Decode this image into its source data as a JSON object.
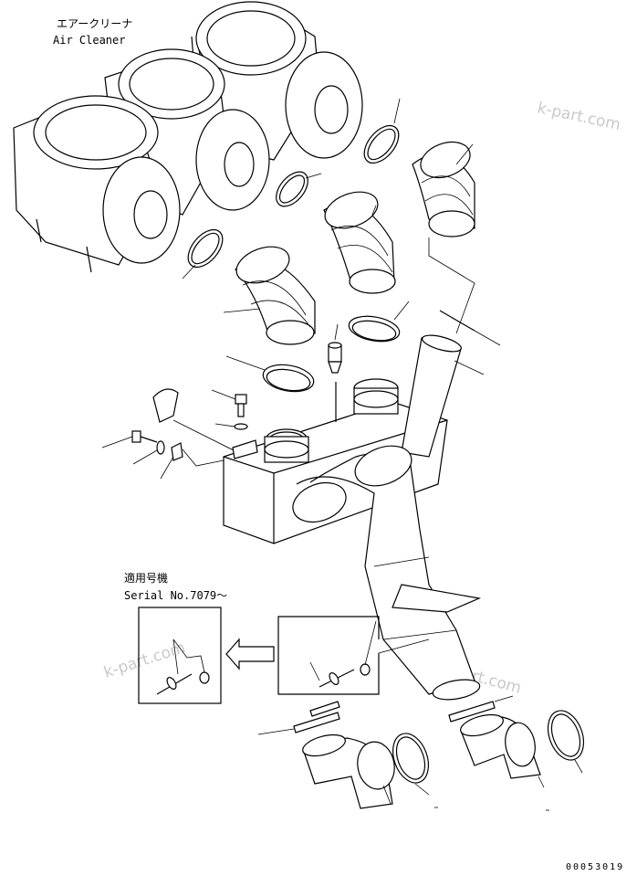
{
  "title_jp": "エアークリーナ",
  "title_en": "Air Cleaner",
  "serial_jp": "適用号機",
  "serial_en": "Serial No.7079～",
  "watermark": "k-part.com",
  "doc_number": "00053019",
  "ink_color": "#000000",
  "watermark_color": "#c9c9c9"
}
